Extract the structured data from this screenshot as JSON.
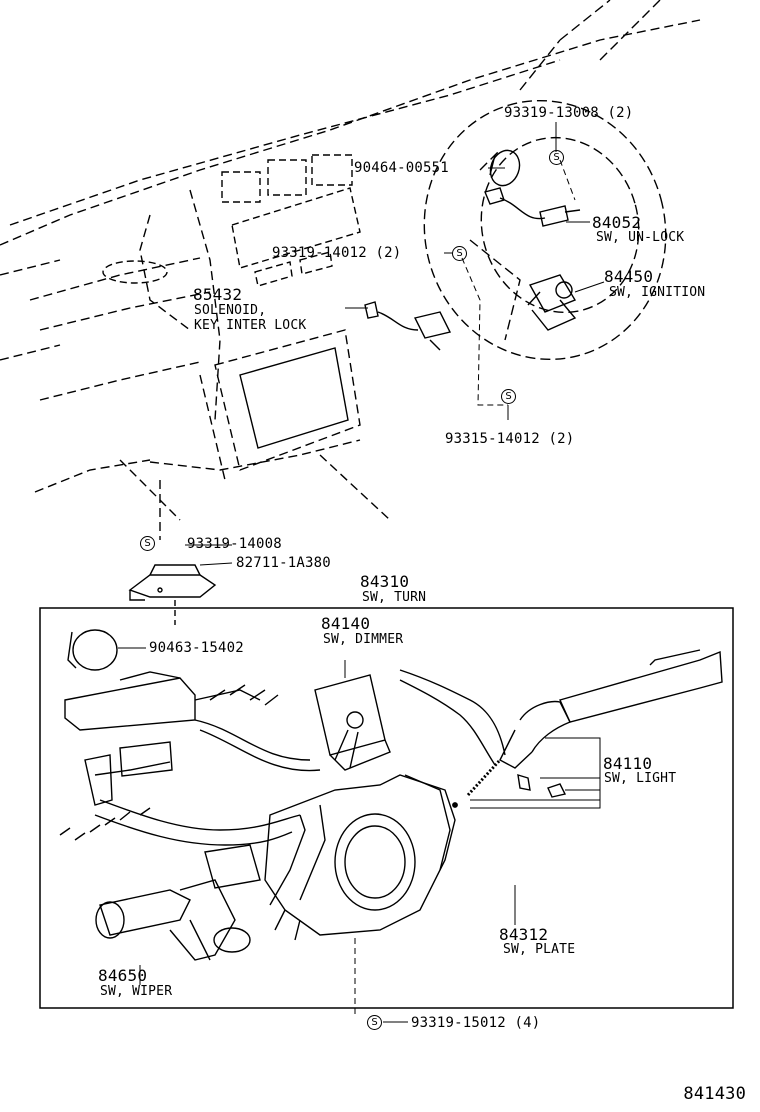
{
  "colors": {
    "ink": "#000000",
    "paper": "#ffffff"
  },
  "screw_symbol": "S",
  "labels": {
    "p93319_13008": "93319-13008 (2)",
    "p90464_00551": "90464-00551",
    "p84052_num": "84052",
    "p84052_desc": "SW, UN-LOCK",
    "p93319_14012": "93319-14012 (2)",
    "p84450_num": "84450",
    "p84450_desc": "SW, IGNITION",
    "p85432_num": "85432",
    "p85432_desc1": "SOLENOID,",
    "p85432_desc2": "KEY INTER LOCK",
    "p93315_14012": "93315-14012 (2)",
    "p93319_14008": "93319-14008",
    "p82711_1A380": "82711-1A380",
    "p84310_num": "84310",
    "p84310_desc": "SW, TURN",
    "p84140_num": "84140",
    "p84140_desc": "SW, DIMMER",
    "p90463_15402": "90463-15402",
    "p84110_num": "84110",
    "p84110_desc": "SW, LIGHT",
    "p84312_num": "84312",
    "p84312_desc": "SW, PLATE",
    "p84650_num": "84650",
    "p84650_desc": "SW, WIPER",
    "p93319_15012": "93319-15012 (4)"
  },
  "catalog_number": "841430"
}
